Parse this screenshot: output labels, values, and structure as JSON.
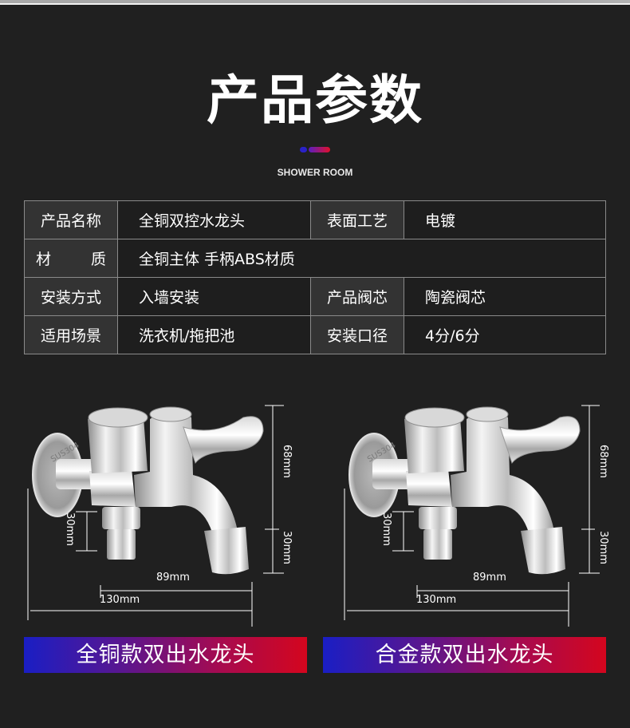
{
  "header": {
    "title": "产品参数",
    "subtitle": "SHOWER ROOM",
    "accent_colors": [
      "#2a22c8",
      "#5a1ec0",
      "#e0102a"
    ]
  },
  "spec_table": {
    "rows": [
      {
        "label1": "产品名称",
        "value1": "全铜双控水龙头",
        "label2": "表面工艺",
        "value2": "电镀"
      },
      {
        "label1": "材质",
        "label1_chars": [
          "材",
          "质"
        ],
        "value1": "全铜主体 手柄ABS材质"
      },
      {
        "label1": "安装方式",
        "value1": "入墙安装",
        "label2": "产品阀芯",
        "value2": "陶瓷阀芯"
      },
      {
        "label1": "适用场景",
        "value1": "洗衣机/拖把池",
        "label2": "安装口径",
        "value2": "4分/6分"
      }
    ]
  },
  "products": [
    {
      "caption": "全铜款双出水龙头",
      "dimensions": {
        "height_upper": "68mm",
        "height_lower": "30mm",
        "nozzle_height": "30mm",
        "spout_length": "89mm",
        "total_length": "130mm"
      },
      "flange_text": "SUS304"
    },
    {
      "caption": "合金款双出水龙头",
      "dimensions": {
        "height_upper": "68mm",
        "height_lower": "30mm",
        "nozzle_height": "30mm",
        "spout_length": "89mm",
        "total_length": "130mm"
      },
      "flange_text": "SUS304"
    }
  ],
  "colors": {
    "background": "#202020",
    "label_cell": "#333333",
    "value_cell": "#1e1e1e",
    "border": "#8a8a8a",
    "caption_gradient_start": "#1a1ec4",
    "caption_gradient_end": "#d4061e"
  }
}
